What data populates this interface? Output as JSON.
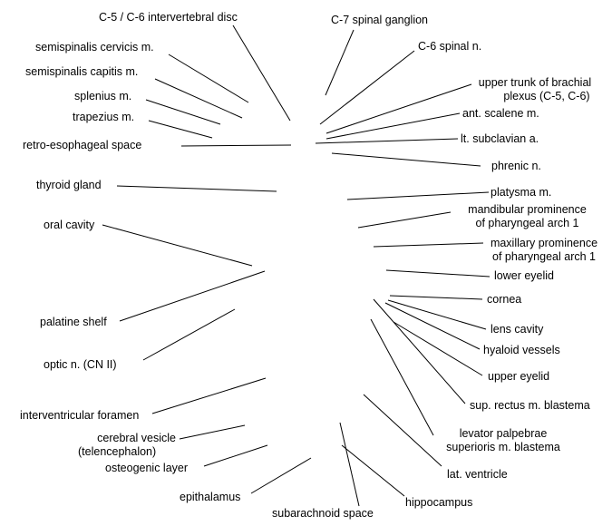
{
  "labels": {
    "c5c6_disc": "C-5 / C-6 intervertebral disc",
    "c7_ganglion": "C-7 spinal ganglion",
    "semispinalis_cervicis": "semispinalis cervicis m.",
    "c6_nerve": "C-6 spinal n.",
    "semispinalis_capitis": "semispinalis capitis m.",
    "upper_trunk_1": "upper trunk of brachial",
    "upper_trunk_2": "plexus (C-5, C-6)",
    "splenius": "splenius m.",
    "ant_scalene": "ant. scalene m.",
    "trapezius": "trapezius m.",
    "retro_esophageal": "retro-esophageal space",
    "subclavian": "lt. subclavian a.",
    "phrenic": "phrenic n.",
    "thyroid": "thyroid gland",
    "platysma": "platysma m.",
    "mandibular_1": "mandibular prominence",
    "mandibular_2": "of pharyngeal arch 1",
    "oral_cavity": "oral cavity",
    "maxillary_1": "maxillary prominence",
    "maxillary_2": "of pharyngeal arch 1",
    "lower_eyelid": "lower eyelid",
    "cornea": "cornea",
    "palatine_shelf": "palatine shelf",
    "lens_cavity": "lens cavity",
    "hyaloid": "hyaloid vessels",
    "optic_nerve": "optic n. (CN  II)",
    "upper_eyelid": "upper eyelid",
    "sup_rectus": "sup. rectus m. blastema",
    "interventricular": "interventricular foramen",
    "levator_1": "levator palpebrae",
    "levator_2": "superioris m. blastema",
    "cerebral_1": "cerebral vesicle",
    "cerebral_2": "(telencephalon)",
    "osteogenic": "osteogenic layer",
    "lat_ventricle": "lat. ventricle",
    "epithalamus": "epithalamus",
    "hippocampus": "hippocampus",
    "subarachnoid": "subarachnoid space"
  },
  "colors": {
    "line": "#000000",
    "text": "#000000",
    "background": "#ffffff"
  }
}
